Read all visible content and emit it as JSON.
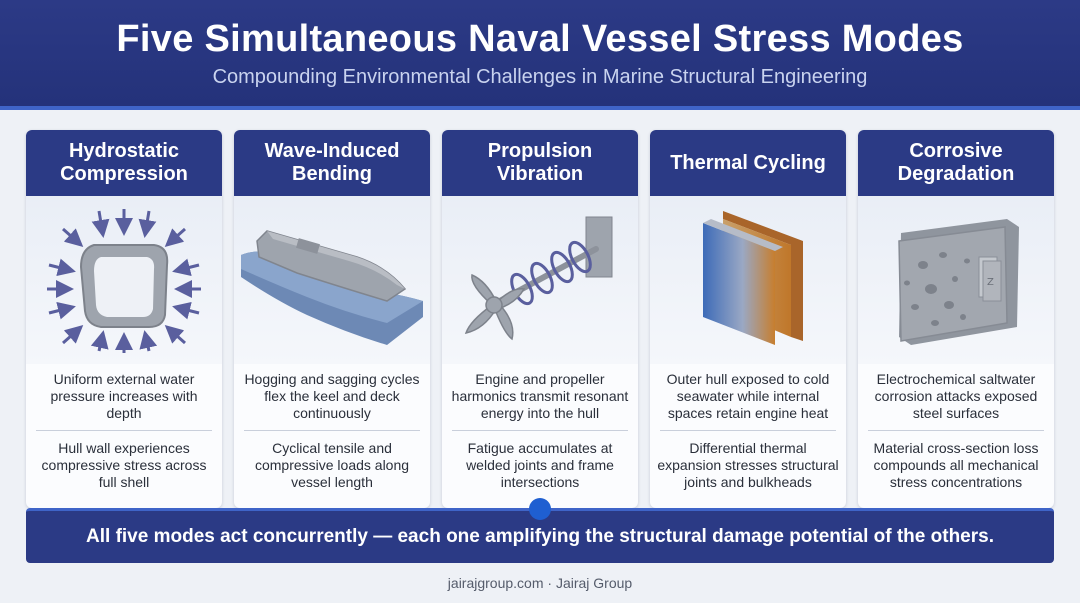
{
  "header": {
    "title": "Five Simultaneous Naval Vessel Stress Modes",
    "subtitle": "Compounding Environmental Challenges in Marine Structural Engineering"
  },
  "cards": [
    {
      "title": "Hydrostatic Compression",
      "desc": "Uniform external water pressure increases with depth",
      "effect": "Hull wall experiences compressive stress across full shell",
      "icon": "hull-pressure-icon"
    },
    {
      "title": "Wave-Induced Bending",
      "desc": "Hogging and sagging cycles flex the keel and deck continuously",
      "effect": "Cyclical tensile and compressive loads along vessel length",
      "icon": "ship-on-waves-icon"
    },
    {
      "title": "Propulsion Vibration",
      "desc": "Engine and propeller harmonics transmit resonant energy into the hull",
      "effect": "Fatigue accumulates at welded joints and frame intersections",
      "icon": "propeller-shaft-icon"
    },
    {
      "title": "Thermal Cycling",
      "desc": "Outer hull exposed to cold seawater while internal spaces retain engine heat",
      "effect": "Differential thermal expansion stresses structural joints and bulkheads",
      "icon": "thermal-plates-icon"
    },
    {
      "title": "Corrosive Degradation",
      "desc": "Electrochemical saltwater corrosion attacks exposed steel surfaces",
      "effect": "Material cross-section loss compounds all mechanical stress concentrations",
      "icon": "corroded-plate-icon"
    }
  ],
  "banner": "All five modes act concurrently — each one amplifying the structural damage potential of the others.",
  "footer": "jairajgroup.com · Jairaj Group",
  "colors": {
    "navy": "#2b3a85",
    "accent": "#3f64c8",
    "dot": "#1f5fd1"
  }
}
